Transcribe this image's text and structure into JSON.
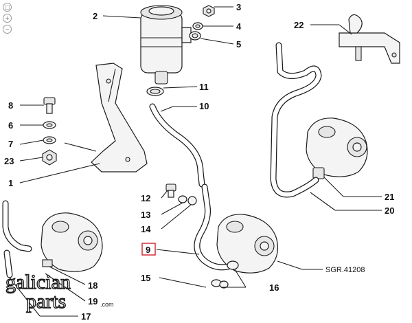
{
  "viewer": {
    "zoom_controls": [
      {
        "name": "zoom-fit-icon",
        "glyph": "□"
      },
      {
        "name": "zoom-in-icon",
        "glyph": "+"
      },
      {
        "name": "zoom-out-icon",
        "glyph": "−"
      }
    ]
  },
  "callouts": [
    {
      "label": "1"
    },
    {
      "label": "2"
    },
    {
      "label": "3"
    },
    {
      "label": "4"
    },
    {
      "label": "5"
    },
    {
      "label": "6"
    },
    {
      "label": "7"
    },
    {
      "label": "8"
    },
    {
      "label": "9"
    },
    {
      "label": "10"
    },
    {
      "label": "11"
    },
    {
      "label": "12"
    },
    {
      "label": "13"
    },
    {
      "label": "14"
    },
    {
      "label": "15"
    },
    {
      "label": "16"
    },
    {
      "label": "17"
    },
    {
      "label": "18"
    },
    {
      "label": "19"
    },
    {
      "label": "20"
    },
    {
      "label": "21"
    },
    {
      "label": "22"
    },
    {
      "label": "23"
    }
  ],
  "reference": "SGR.41208",
  "watermark": {
    "line1": "galician",
    "line2": "parts",
    "suffix": ".com"
  }
}
